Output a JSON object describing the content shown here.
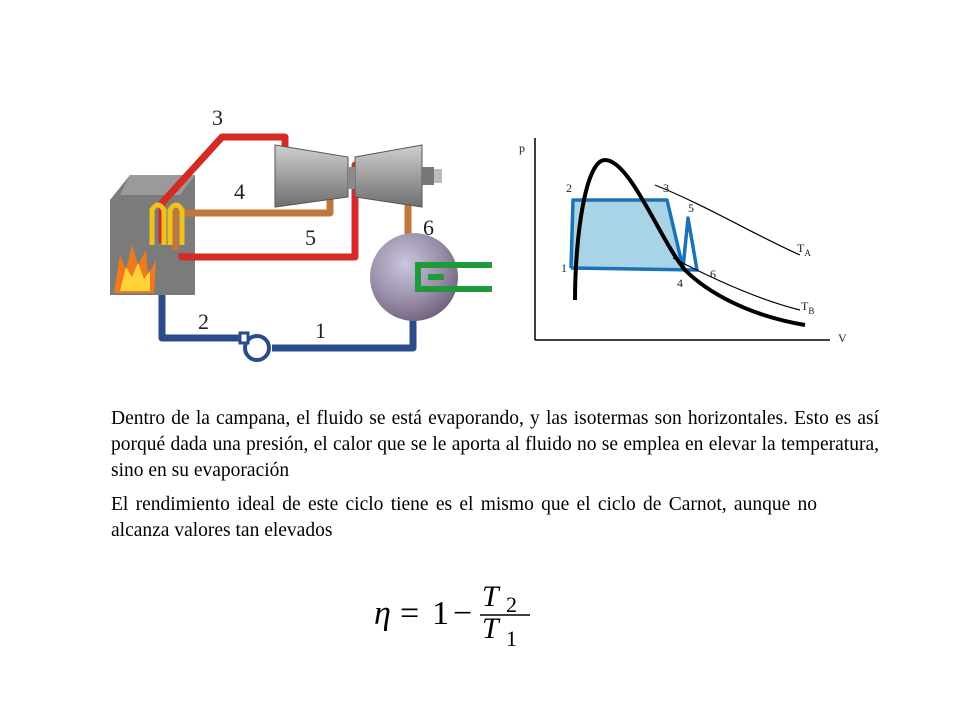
{
  "plant_labels": {
    "p1": "1",
    "p2": "2",
    "p3": "3",
    "p4": "4",
    "p5": "5",
    "p6": "6"
  },
  "pv_diagram": {
    "axis_y": "p",
    "axis_x": "V",
    "pts": {
      "p1": "1",
      "p2": "2",
      "p3": "3",
      "p4": "4",
      "p5": "5",
      "p6": "6"
    },
    "ta_main": "T",
    "ta_sub": "A",
    "tb_main": "T",
    "tb_sub": "B"
  },
  "text": {
    "paragraph1": "Dentro de la campana, el fluido se está evaporando, y las isotermas son horizontales. Esto es así porqué dada una presión, el calor que se le  aporta al fluido no se emplea en elevar la temperatura, sino en su  evaporación",
    "paragraph2": "El rendimiento ideal de este ciclo tiene es el mismo que el ciclo de Carnot, aunque no alcanza valores tan elevados"
  },
  "formula": {
    "eta": "η",
    "equals": "=",
    "one": "1",
    "minus": "−",
    "num_T": "T",
    "num_sub": "2",
    "den_T": "T",
    "den_sub": "1"
  },
  "colors": {
    "red_pipe": "#d62a27",
    "blue_pipe": "#2a4b8c",
    "brown_pipe": "#c0773d",
    "boiler_fill": "#6e6e6e",
    "coil_green": "#1f9a3a",
    "pv_fill": "#a9d3e6",
    "pv_line": "#1b73b7"
  }
}
